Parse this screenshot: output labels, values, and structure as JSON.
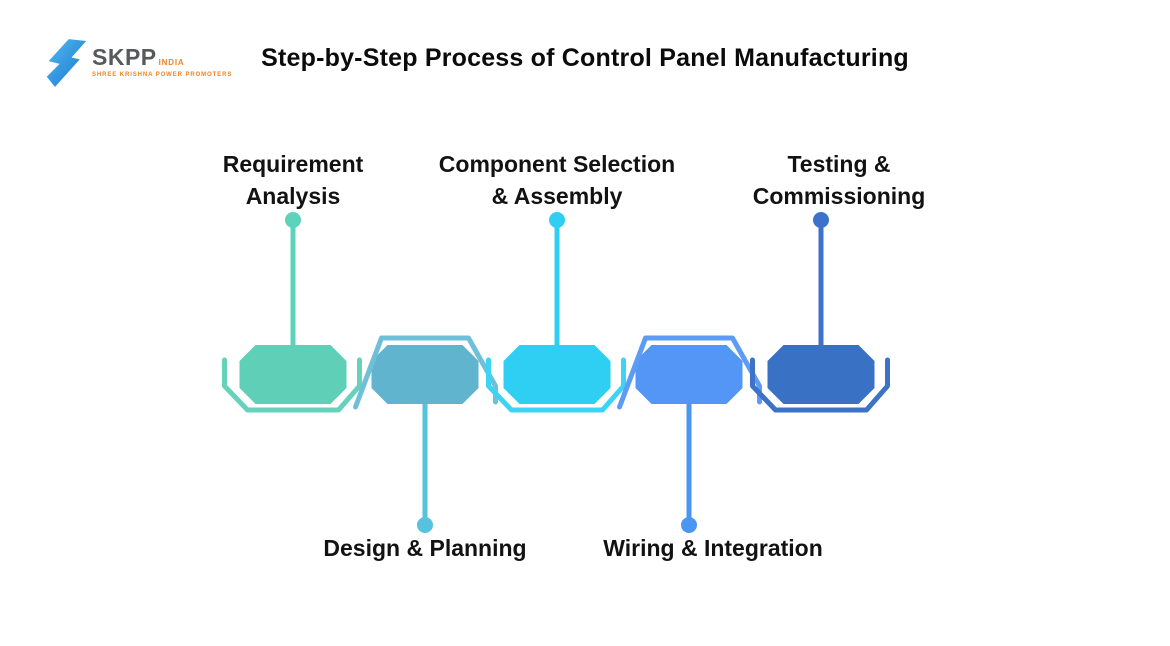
{
  "page": {
    "background": "#ffffff",
    "text_color": "#0b0b0b"
  },
  "logo": {
    "name": "SKPP",
    "suffix": "INDIA",
    "tagline": "SHREE KRISHNA POWER PROMOTERS",
    "colors": {
      "bolt_light": "#55B9F0",
      "bolt_dark": "#1577CE",
      "name": "#58595B",
      "accent": "#F58220"
    }
  },
  "title": {
    "text": "Step-by-Step Process of Control Panel Manufacturing"
  },
  "steps": [
    {
      "label": "Requirement Analysis",
      "label_lines": [
        "Requirement",
        "Analysis"
      ],
      "position": "top",
      "colors": {
        "fill": "#5FD0B7",
        "outline": "#66D2BC",
        "connector": "#5ED3BC"
      }
    },
    {
      "label": "Design & Planning",
      "label_lines": [
        "Design & Planning"
      ],
      "position": "bottom",
      "colors": {
        "fill": "#61B4CE",
        "outline": "#70BFD9",
        "connector": "#56C2DE"
      }
    },
    {
      "label": "Component Selection & Assembly",
      "label_lines": [
        "Component Selection",
        "& Assembly"
      ],
      "position": "top",
      "colors": {
        "fill": "#2FCFF4",
        "outline": "#3DD3F5",
        "connector": "#2FCFF4"
      }
    },
    {
      "label": "Wiring & Integration",
      "label_lines": [
        "Wiring & Integration"
      ],
      "position": "bottom",
      "colors": {
        "fill": "#5496F6",
        "outline": "#5E9BF4",
        "connector": "#4997F3"
      }
    },
    {
      "label": "Testing & Commissioning",
      "label_lines": [
        "Testing &",
        "Commissioning"
      ],
      "position": "top",
      "colors": {
        "fill": "#3971C4",
        "outline": "#3C73C7",
        "connector": "#3C72CC"
      }
    }
  ]
}
